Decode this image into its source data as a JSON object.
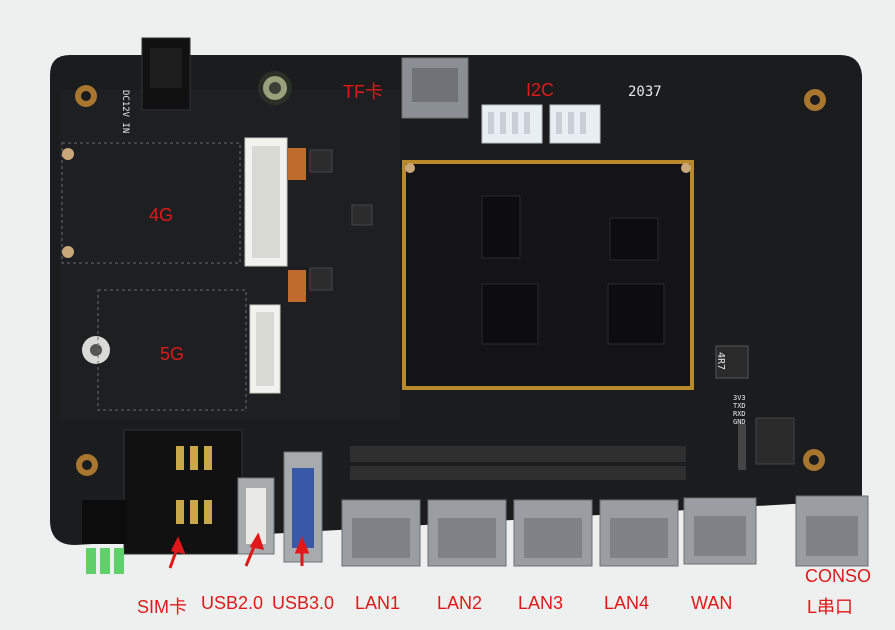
{
  "labels": {
    "tf": "TF卡",
    "i2c": "I2C",
    "g4": "4G",
    "g5": "5G",
    "sim": "SIM卡",
    "usb2": "USB2.0",
    "usb3": "USB3.0",
    "lan1": "LAN1",
    "lan2": "LAN2",
    "lan3": "LAN3",
    "lan4": "LAN4",
    "wan": "WAN",
    "console_line1": "CONSO",
    "console_line2": "L串口"
  },
  "silkscreen": {
    "board_code": "2037",
    "power": "DC12V IN",
    "inductor": "4R7",
    "uart_3v3": "3V3",
    "uart_txd": "TXD",
    "uart_rxd": "RXD",
    "uart_gnd": "GND"
  },
  "colors": {
    "label_red": "#e11818",
    "pcb": "#1b1c1e",
    "gold": "#b88a2c",
    "metal": "#9a9ea2"
  }
}
